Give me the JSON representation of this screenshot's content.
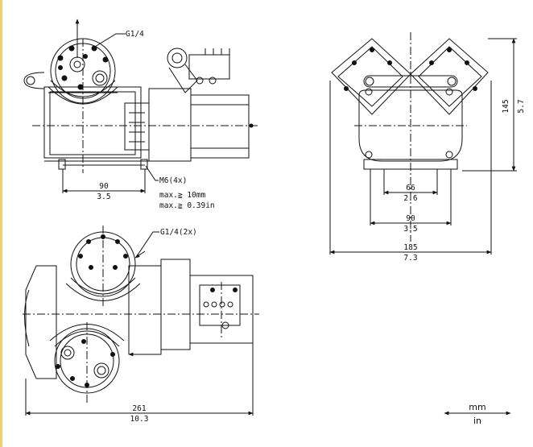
{
  "labels": {
    "top_port": "G1/4",
    "side_ports": "G1/4(2x)",
    "mount_thread": "M6(4x)",
    "mount_depth_mm": "max.≧ 10mm",
    "mount_depth_in": "max.≧ 0.39in"
  },
  "dimensions": {
    "d90_mm_top": "90",
    "d90_in_top": "3.5",
    "d145_mm": "145",
    "d145_in": "5.7",
    "d66_mm": "66",
    "d66_in": "2.6",
    "d90_mm_right": "90",
    "d90_in_right": "3.5",
    "d185_mm": "185",
    "d185_in": "7.3",
    "d261_mm": "261",
    "d261_in": "10.3"
  },
  "legend": {
    "metric": "mm",
    "imperial": "in"
  },
  "colors": {
    "line": "#111111",
    "edge_accent": "#f2d066"
  }
}
